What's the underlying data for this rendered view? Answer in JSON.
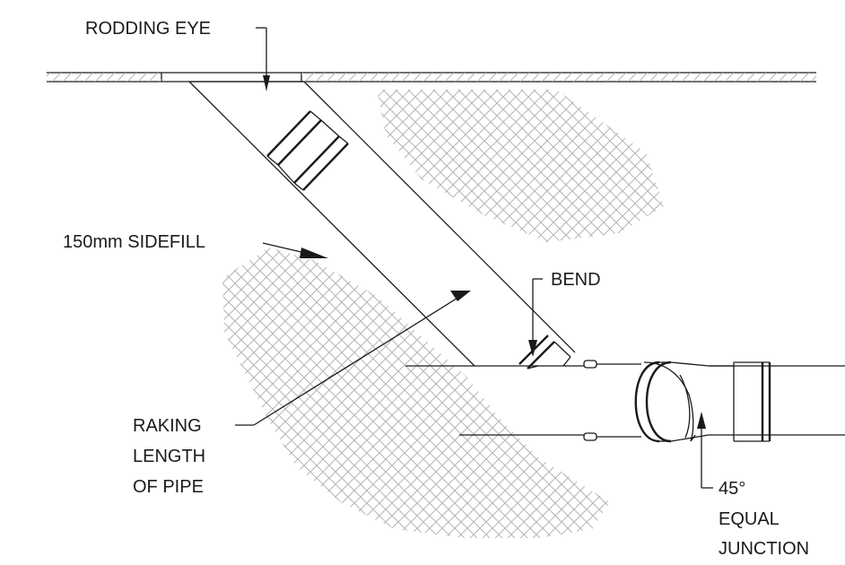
{
  "labels": {
    "rodding_eye": "RODDING EYE",
    "sidefill": "150mm SIDEFILL",
    "bend": "BEND",
    "raking_line1": "RAKING",
    "raking_line2": "LENGTH",
    "raking_line3": "OF PIPE",
    "junction_line1": "45°",
    "junction_line2": "EQUAL",
    "junction_line3": "JUNCTION"
  },
  "colors": {
    "ink": "#1a1a1a",
    "hatch": "#b5b5b5",
    "background": "#ffffff"
  }
}
